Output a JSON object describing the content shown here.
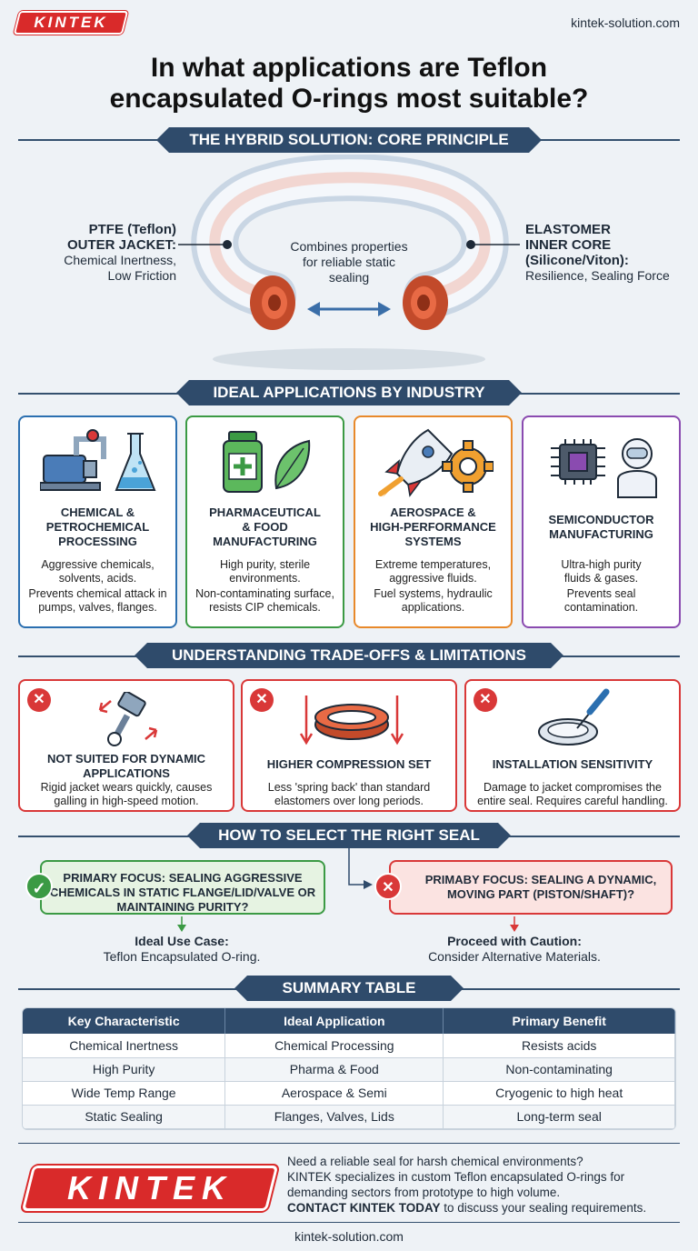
{
  "header": {
    "logo": "KINTEK",
    "website": "kintek-solution.com"
  },
  "title": {
    "line1": "In what applications are Teflon",
    "line2": "encapsulated O-rings most suitable?"
  },
  "hybrid": {
    "banner": "THE HYBRID SOLUTION: CORE PRINCIPLE",
    "left_title1": "PTFE (Teflon)",
    "left_title2": "OUTER JACKET:",
    "left_desc1": "Chemical Inertness,",
    "left_desc2": "Low Friction",
    "center1": "Combines properties",
    "center2": "for reliable static",
    "center3": "sealing",
    "right_title1": "ELASTOMER",
    "right_title2": "INNER CORE",
    "right_title3": "(Silicone/Viton):",
    "right_desc": "Resilience, Sealing Force"
  },
  "industries": {
    "banner": "IDEAL APPLICATIONS BY INDUSTRY",
    "cards": [
      {
        "title1": "CHEMICAL &",
        "title2": "PETROCHEMICAL",
        "title3": "PROCESSING",
        "desc1": "Aggressive chemicals, solvents, acids.",
        "desc2": "Prevents chemical attack in pumps, valves, flanges.",
        "color": "#2b6fb0"
      },
      {
        "title1": "PHARMACEUTICAL",
        "title2": "& FOOD",
        "title3": "MANUFACTURING",
        "desc1": "High purity, sterile environments.",
        "desc2": "Non-contaminating surface, resists CIP chemicals.",
        "color": "#3b9a44"
      },
      {
        "title1": "AEROSPACE &",
        "title2": "HIGH-PERFORMANCE",
        "title3": "SYSTEMS",
        "desc1": "Extreme temperatures, aggressive fluids.",
        "desc2": "Fuel systems, hydraulic applications.",
        "color": "#e8892b"
      },
      {
        "title1": "SEMICONDUCTOR",
        "title2": "MANUFACTURING",
        "title3": "",
        "desc1": "Ultra-high purity fluids & gases.",
        "desc2": "Prevents seal contamination.",
        "color": "#8a4bb0"
      }
    ]
  },
  "tradeoffs": {
    "banner": "UNDERSTANDING TRADE-OFFS & LIMITATIONS",
    "cards": [
      {
        "title1": "NOT SUITED FOR DYNAMIC",
        "title2": "APPLICATIONS",
        "desc": "Rigid jacket wears quickly, causes galling in high-speed motion."
      },
      {
        "title1": "HIGHER COMPRESSION SET",
        "title2": "",
        "desc": "Less 'spring back' than standard elastomers over long periods."
      },
      {
        "title1": "INSTALLATION SENSITIVITY",
        "title2": "",
        "desc": "Damage to jacket compromises the entire seal. Requires careful handling."
      }
    ]
  },
  "select": {
    "banner": "HOW TO SELECT THE RIGHT SEAL",
    "left_box": "PRIMARY FOCUS: SEALING AGGRESSIVE CHEMICALS IN STATIC FLANGE/LID/VALVE OR MAINTAINING PURITY?",
    "left_result_title": "Ideal Use Case:",
    "left_result": "Teflon Encapsulated O-ring.",
    "right_box": "PRIMABY FOCUS: SEALING A DYNAMIC, MOVING PART (PISTON/SHAFT)?",
    "right_result_title": "Proceed with Caution:",
    "right_result": "Consider Alternative Materials."
  },
  "summary": {
    "banner": "SUMMARY TABLE",
    "headers": [
      "Key Characteristic",
      "Ideal Application",
      "Primary Benefit"
    ],
    "rows": [
      [
        "Chemical Inertness",
        "Chemical Processing",
        "Resists acids"
      ],
      [
        "High Purity",
        "Pharma & Food",
        "Non-contaminating"
      ],
      [
        "Wide Temp Range",
        "Aerospace & Semi",
        "Cryogenic to high heat"
      ],
      [
        "Static Sealing",
        "Flanges, Valves, Lids",
        "Long-term seal"
      ]
    ]
  },
  "footer": {
    "logo": "KINTEK",
    "line1": "Need a reliable seal for harsh chemical environments?",
    "line2": "KINTEK specializes in custom Teflon encapsulated O-rings for demanding sectors from prototype to high volume.",
    "cta": "CONTACT KINTEK TODAY",
    "line3": " to discuss your sealing requirements.",
    "website": "kintek-solution.com"
  },
  "colors": {
    "navy": "#2f4b6b",
    "red": "#d92a2a",
    "green": "#3b9a44",
    "orange": "#e8892b",
    "purple": "#8a4bb0",
    "blue": "#2b6fb0"
  }
}
